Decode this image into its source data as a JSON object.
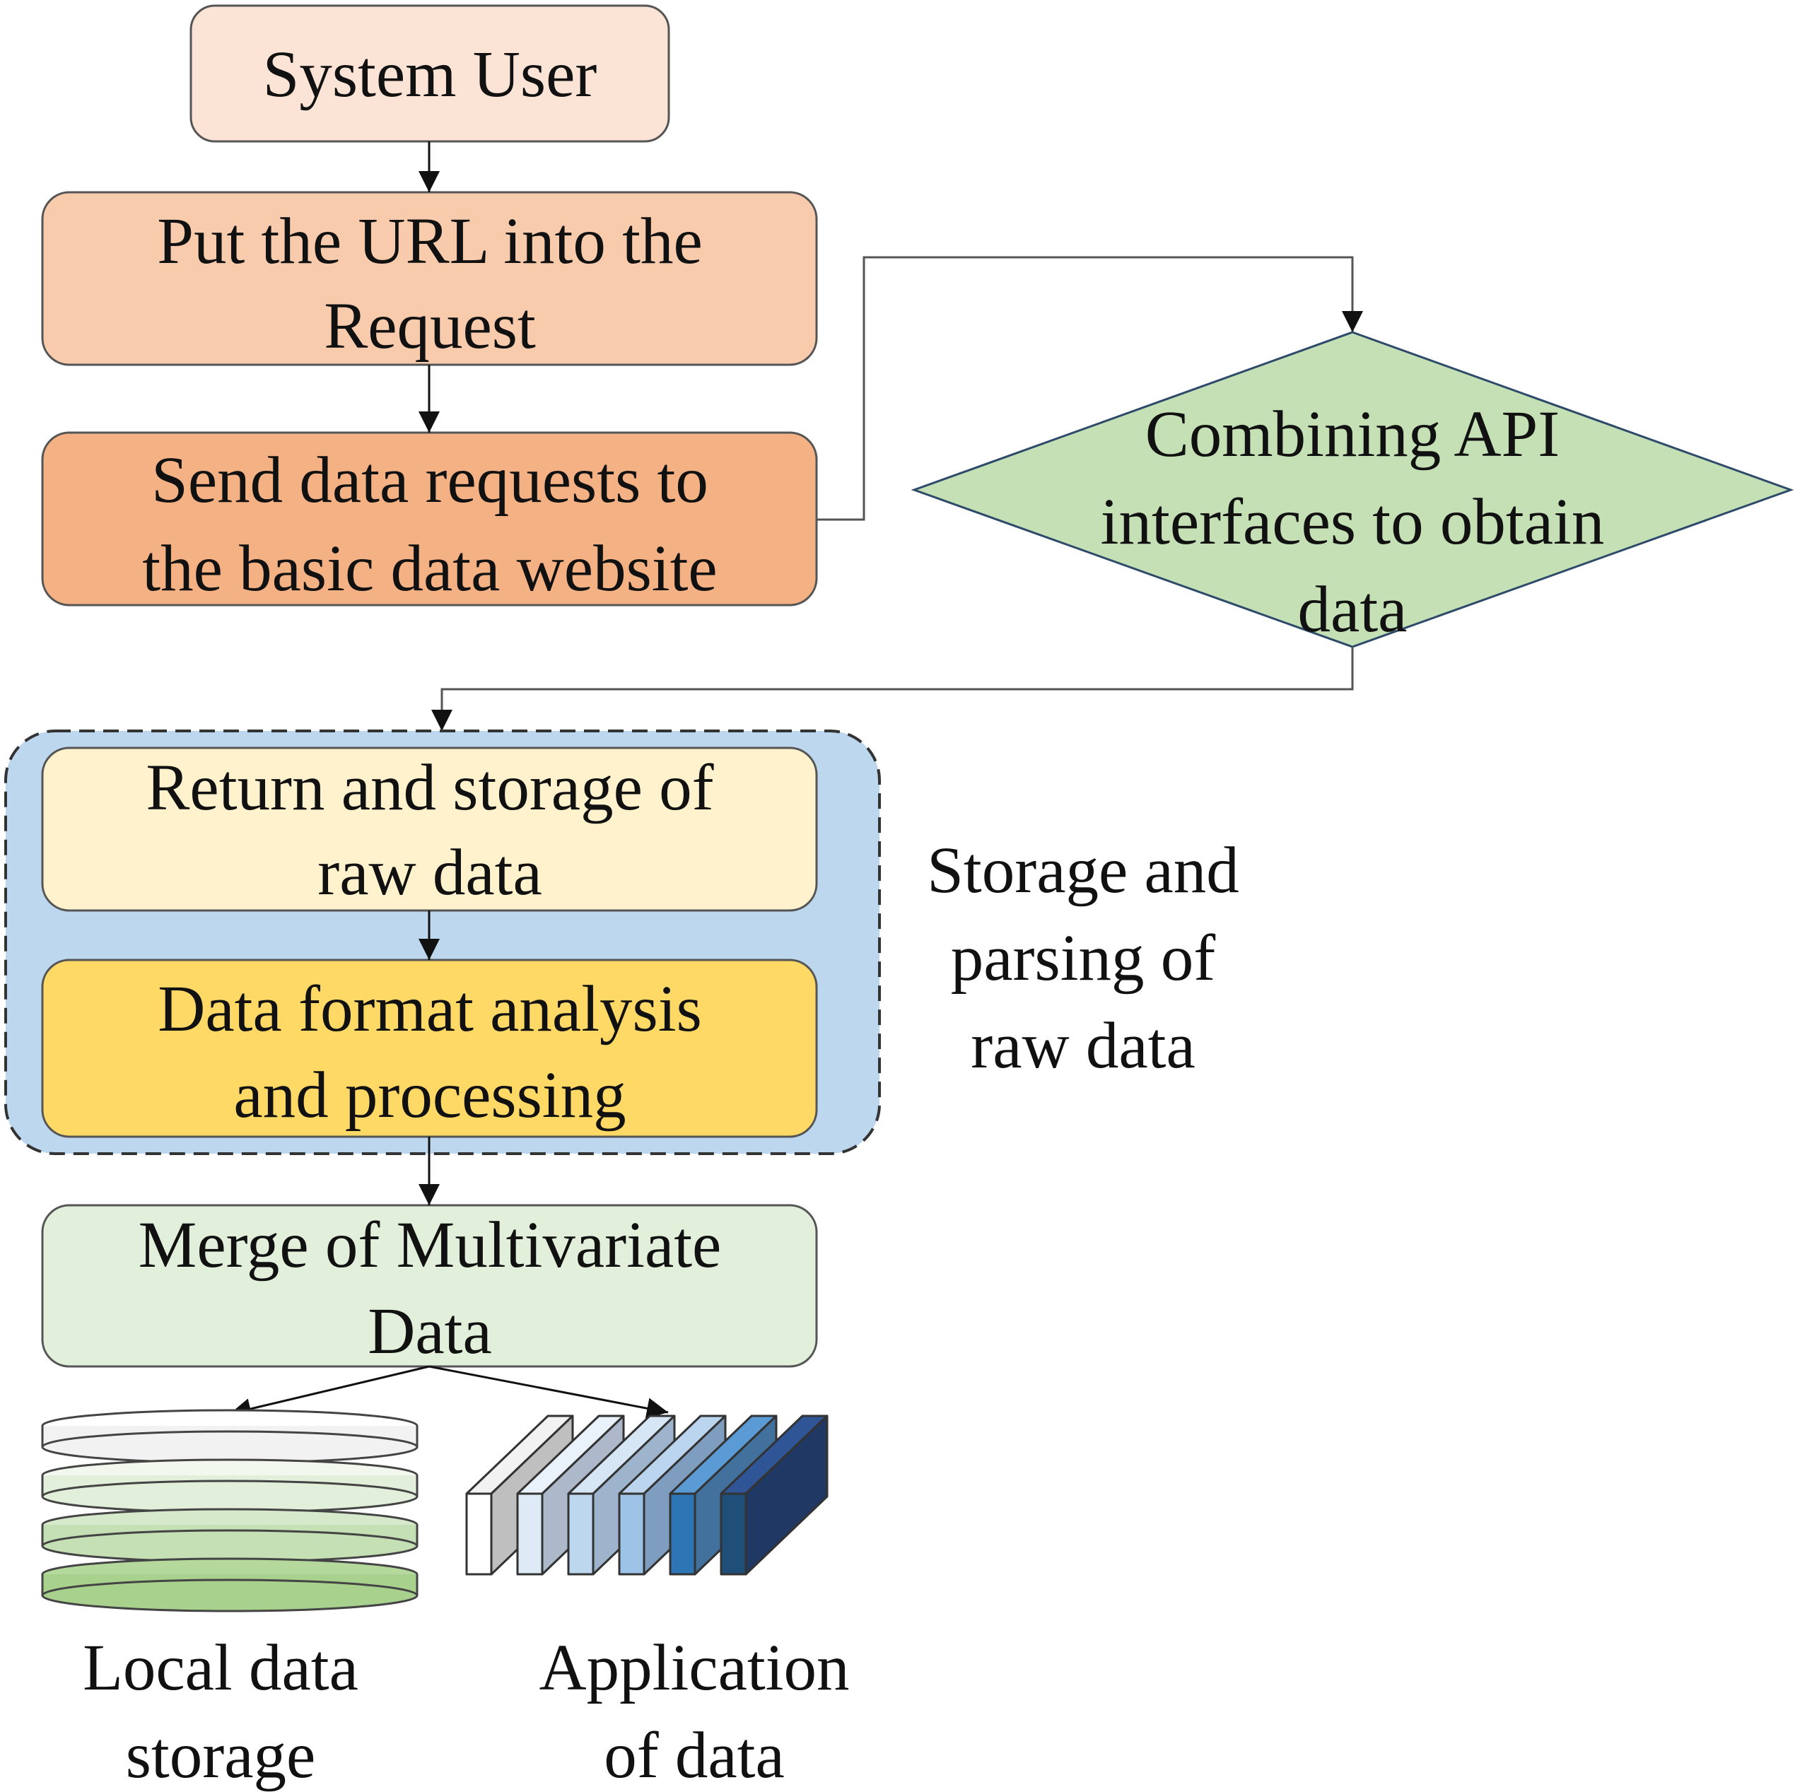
{
  "boxes": {
    "system_user": [
      "System User"
    ],
    "put_url": [
      "Put the URL into the",
      "Request"
    ],
    "send_requests": [
      "Send data requests to",
      "the basic data website"
    ],
    "combining_api": [
      "Combining API",
      "interfaces to obtain",
      "data"
    ],
    "return_storage": [
      "Return and storage of",
      "raw data"
    ],
    "format_analysis": [
      "Data format analysis",
      "and processing"
    ],
    "merge": [
      "Merge of Multivariate",
      "Data"
    ]
  },
  "group_label": [
    "Storage and",
    "parsing of",
    "raw data"
  ],
  "outputs": {
    "local_storage": [
      "Local data",
      "storage"
    ],
    "application": [
      "Application",
      "of data"
    ]
  },
  "colors": {
    "system_user": "#fbe3d6",
    "put_url": "#f8cbad",
    "send_requests": "#f4b183",
    "combining_api": "#c5e0b4",
    "group_bg": "#bdd7ee",
    "return_storage": "#fff2cc",
    "format_analysis": "#ffd966",
    "merge": "#e2efda"
  }
}
